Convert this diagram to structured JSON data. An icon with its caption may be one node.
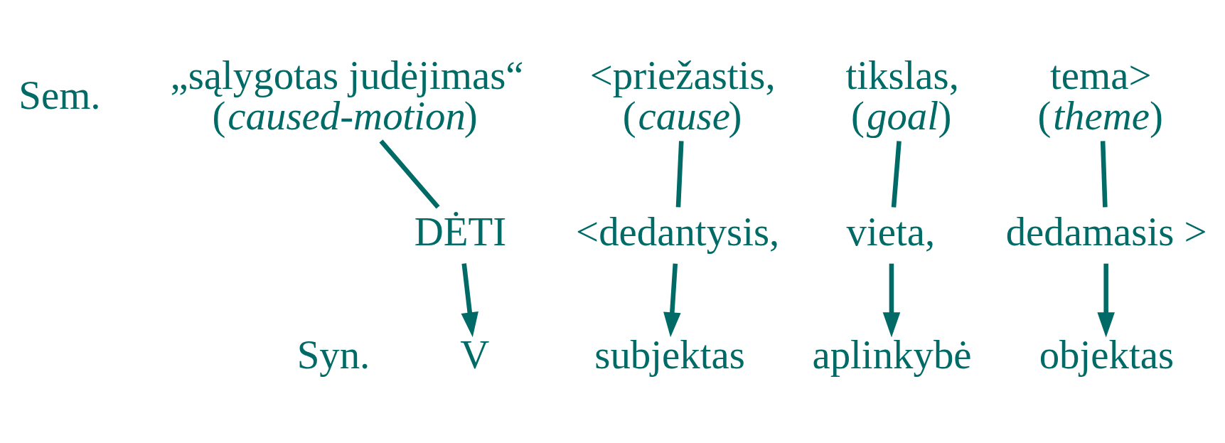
{
  "diagram": {
    "nodes": [
      {
        "text": [
          "„sąlygotas judėjimas“",
          "(*caused-motion*)"
        ]
      },
      {
        "text": [
          "<priežastis,",
          "(*cause*)"
        ]
      },
      {
        "text": [
          "tikslas,",
          "(*goal*)"
        ]
      },
      {
        "text": [
          "tema>",
          "(*theme*)"
        ]
      },
      {
        "text": [
          "DĖTI"
        ]
      },
      {
        "text": [
          "<dedantysis,"
        ]
      },
      {
        "text": [
          "vieta,"
        ]
      },
      {
        "text": [
          "dedamasis >"
        ]
      },
      {
        "text": [
          "V"
        ]
      },
      {
        "text": [
          "subjektas"
        ]
      },
      {
        "text": [
          "aplinkybė"
        ]
      },
      {
        "text": [
          "objektas"
        ]
      }
    ],
    "edges": [
      {
        "from": 0,
        "to": 4,
        "arrow": "none"
      },
      {
        "from": 1,
        "to": 5,
        "arrow": "none"
      },
      {
        "from": 2,
        "to": 6,
        "arrow": "none"
      },
      {
        "from": 3,
        "to": 7,
        "arrow": "none"
      },
      {
        "from": 4,
        "to": 8,
        "arrow": "to"
      },
      {
        "from": 5,
        "to": 9,
        "arrow": "to"
      },
      {
        "from": 6,
        "to": 10,
        "arrow": "to"
      },
      {
        "from": 7,
        "to": 11,
        "arrow": "to"
      }
    ],
    "labels": [
      "Sem.",
      "Syn."
    ]
  }
}
